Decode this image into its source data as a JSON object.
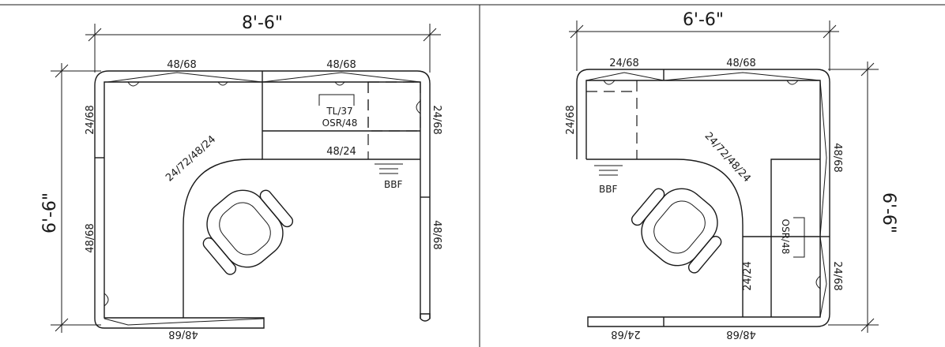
{
  "left_plan": {
    "dim_width": "8'-6\"",
    "dim_height": "6'-6\"",
    "panels": {
      "top_left": "48/68",
      "top_right": "48/68",
      "left_upper": "24/68",
      "left_lower": "48/68",
      "right_upper": "24/68",
      "right_lower": "48/68",
      "bottom": "48/68",
      "corner_desk": "24/72/48/24",
      "return_desk": "48/24"
    },
    "fixtures": {
      "tl_label": "TL/37",
      "osr_label": "OSR/48",
      "bbf_label": "BBF"
    }
  },
  "right_plan": {
    "dim_width": "6'-6\"",
    "dim_height": "6'-6\"",
    "panels": {
      "top_left": "24/68",
      "top_right": "48/68",
      "left": "24/68",
      "right_upper": "48/68",
      "right_lower": "24/68",
      "bottom_left": "24/68",
      "bottom_right": "48/68",
      "corner_desk": "24/72/48/24",
      "return_desk": "24/24"
    },
    "fixtures": {
      "osr_label": "OSR/48",
      "bbf_label": "BBF"
    }
  }
}
